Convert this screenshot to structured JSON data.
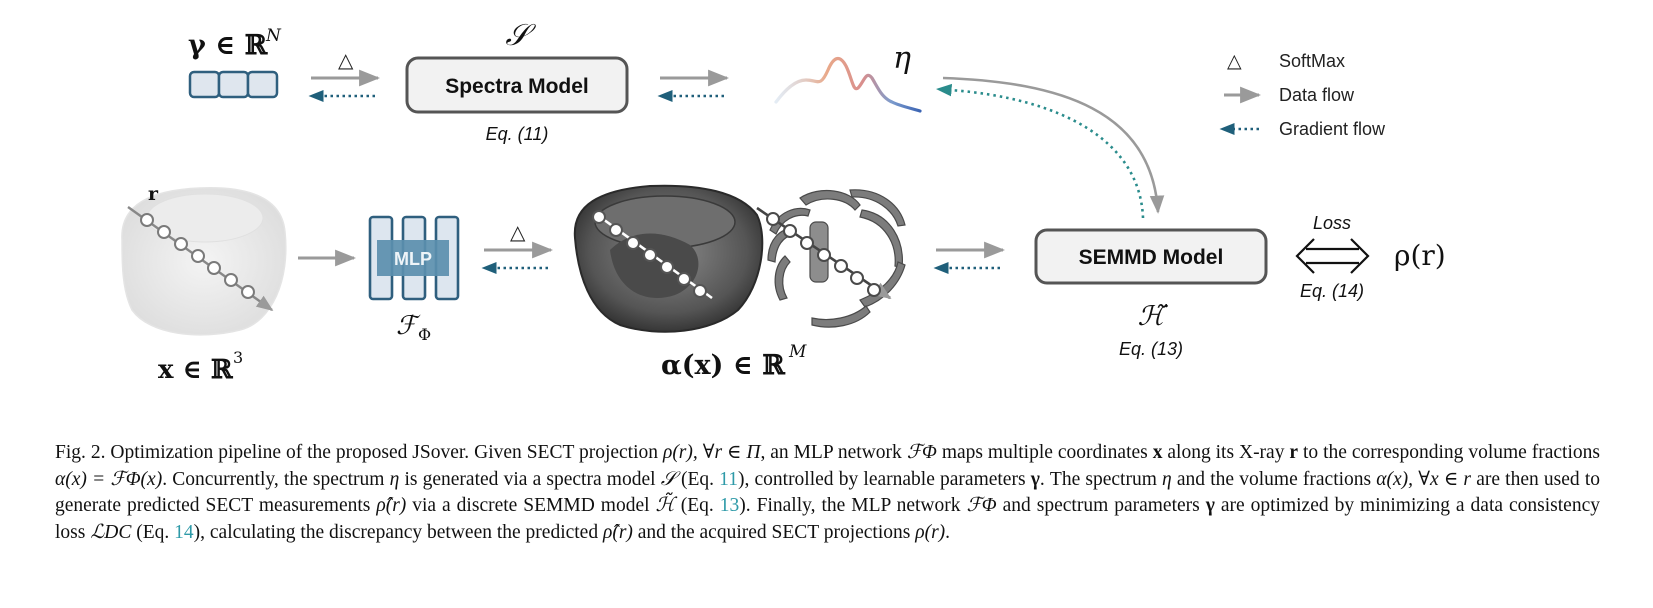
{
  "diagram": {
    "input_gamma_label": "γ ∈ ℝ",
    "input_gamma_sup": "N",
    "softmax_symbol": "△",
    "spectra_model_symbol": "𝒮",
    "spectra_model_label": "Spectra Model",
    "spectra_model_eq": "Eq. (11)",
    "eta_symbol": "η",
    "ray_label": "r",
    "x_label": "x ∈ ℝ",
    "x_sup": "3",
    "mlp_label": "MLP",
    "mlp_symbol": "ℱ",
    "mlp_symbol_sub": "Φ",
    "alpha_label": "α(x) ∈ ℝ",
    "alpha_sup": "M",
    "semmd_label": "SEMMD Model",
    "semmd_symbol": "ℋ̃",
    "semmd_eq": "Eq. (13)",
    "loss_label": "Loss",
    "loss_eq": "Eq. (14)",
    "rho_label": "ρ(r)"
  },
  "legend": {
    "softmax_label": "SoftMax",
    "data_flow_label": "Data flow",
    "gradient_flow_label": "Gradient flow"
  },
  "colors": {
    "data_flow": "#9a9a9a",
    "gradient_flow": "#1f5f7a",
    "gradient_flow_curve": "#2a8c8c",
    "box_fill": "#f2f2f2",
    "box_stroke": "#555555",
    "mlp_stroke": "#2f5f7e",
    "mlp_fill": "#dde6ef",
    "mlp_label_fill": "#5b8fae"
  },
  "caption": {
    "p01": "Fig. 2.  Optimization pipeline of the proposed JSover. Given SECT projection ",
    "p02": "ρ(r), ∀r ∈ Π",
    "p03": ", an MLP network ",
    "p04": "ℱΦ",
    "p05": " maps multiple coordinates ",
    "p06": "x",
    "p07": " along its X-ray ",
    "p08": "r",
    "p09": " to the corresponding volume fractions ",
    "p10": "α(x) = ℱΦ(x)",
    "p11": ". Concurrently, the spectrum ",
    "p12": "η",
    "p13": " is generated via a spectra model ",
    "p14": "𝒮",
    "p15": " (Eq. ",
    "p16": "11",
    "p17": "), controlled by learnable parameters ",
    "p18": "γ",
    "p19": ". The spectrum ",
    "p20": "η",
    "p21": " and the volume fractions ",
    "p22": "α(x), ∀x ∈ r",
    "p23": " are then used to generate predicted SECT measurements ",
    "p24": "ρ̂(r)",
    "p25": " via a discrete SEMMD model ",
    "p26": "ℋ̃",
    "p27": " (Eq. ",
    "p28": "13",
    "p29": "). Finally, the MLP network ",
    "p30": "ℱΦ",
    "p31": " and spectrum parameters ",
    "p32": "γ",
    "p33": " are optimized by minimizing a data consistency loss ",
    "p34": "ℒDC",
    "p35": " (Eq. ",
    "p36": "14",
    "p37": "), calculating the discrepancy between the predicted ",
    "p38": "ρ̂(r)",
    "p39": " and the acquired SECT projections ",
    "p40": "ρ(r)",
    "p41": "."
  }
}
